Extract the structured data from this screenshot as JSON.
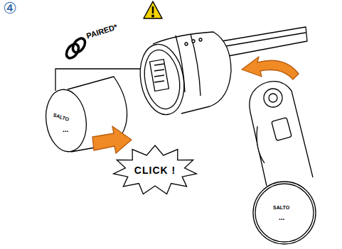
{
  "diagram": {
    "nodes": [
      {
        "text": [
          "CLICK !"
        ]
      }
    ],
    "labels": [
      "④",
      "PAIRED*",
      "SALTO",
      "...",
      "SALTO",
      "..."
    ]
  }
}
